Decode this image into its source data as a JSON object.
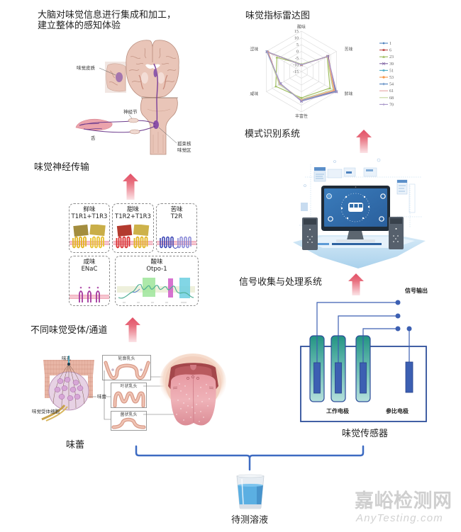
{
  "brain": {
    "title_line1": "大脑对味觉信息进行集成和加工，",
    "title_line2": "建立整体的感知体验",
    "labels": {
      "gustatory_cortex": "味觉皮质",
      "ganglion": "神经节",
      "tongue": "舌",
      "nts": "孤束核",
      "taste_area": "味觉区"
    }
  },
  "nerve_transmission": {
    "title": "味觉神经传输"
  },
  "receptors": {
    "title": "不同味觉受体/通道",
    "items": [
      {
        "taste": "鲜味",
        "receptor": "T1R1+T1R3"
      },
      {
        "taste": "甜味",
        "receptor": "T1R2+T1R3"
      },
      {
        "taste": "苦味",
        "receptor": "T2R"
      },
      {
        "taste": "咸味",
        "receptor": "ENaC"
      },
      {
        "taste": "酸味",
        "receptor": "Otpo-1"
      }
    ]
  },
  "taste_bud": {
    "title": "味蕾",
    "labels": {
      "pore": "味孔",
      "bud": "味蕾",
      "receptor_cells": "味觉受体细胞",
      "circumvallate": "轮廓乳头",
      "foliate": "叶状乳头",
      "fungiform": "菌状乳头"
    }
  },
  "pattern_recognition": {
    "title": "模式识别系统"
  },
  "signal_processing": {
    "title": "信号收集与处理系统"
  },
  "sensor": {
    "signal_output": "信号输出",
    "working_electrode": "工作电极",
    "reference_electrode": "参比电极",
    "title": "味觉传感器"
  },
  "sample": {
    "label": "待测溶液"
  },
  "watermark": {
    "cn": "嘉峪检测网",
    "en": "AnyTesting.com"
  },
  "theme": {
    "arrow": "#E24F66",
    "bracket": "#3D6BC2",
    "electrode": "#3C5FB2"
  },
  "chart_data": {
    "type": "radar",
    "title": "味觉指标雷达图",
    "categories": [
      "酸味",
      "苦味",
      "鲜味",
      "丰富性",
      "咸味",
      "涩味"
    ],
    "axis_range": [
      -15,
      15
    ],
    "ticks": [
      15,
      10,
      5,
      0,
      -5,
      -10,
      -15
    ],
    "grid": true,
    "legend_position": "right",
    "series": [
      {
        "name": "1",
        "color": "#4F81BD",
        "marker": "diamond",
        "values": [
          -10,
          7.5,
          14,
          6.5,
          3.5,
          14.5
        ]
      },
      {
        "name": "6",
        "color": "#C0504D",
        "marker": "square",
        "values": [
          -10,
          8,
          13.5,
          6,
          3.5,
          13.5
        ]
      },
      {
        "name": "23",
        "color": "#9BBB59",
        "marker": "triangle",
        "values": [
          -9.5,
          7,
          9.5,
          4.5,
          7,
          6
        ]
      },
      {
        "name": "39",
        "color": "#8064A2",
        "marker": "x",
        "values": [
          -10,
          7.5,
          15,
          7,
          3,
          14.5
        ]
      },
      {
        "name": "51",
        "color": "#4BACC6",
        "marker": "star",
        "values": [
          -10,
          7.5,
          14.5,
          6.5,
          3.5,
          14.5
        ]
      },
      {
        "name": "53",
        "color": "#F79646",
        "marker": "circle",
        "values": [
          -10,
          7,
          13,
          6,
          3.5,
          14
        ]
      },
      {
        "name": "54",
        "color": "#4A7EBB",
        "marker": "plus",
        "values": [
          -10,
          7.5,
          14.5,
          7,
          3,
          14.5
        ]
      },
      {
        "name": "61",
        "color": "#E6A3A3",
        "marker": "none",
        "values": [
          -10,
          7.5,
          13.5,
          6,
          3.5,
          14
        ]
      },
      {
        "name": "68",
        "color": "#C3D69B",
        "marker": "none",
        "values": [
          -9.5,
          7,
          12,
          5.5,
          4,
          14
        ]
      },
      {
        "name": "70",
        "color": "#A694C8",
        "marker": "plus",
        "values": [
          -10,
          7.5,
          15,
          7,
          3,
          14.5
        ]
      }
    ]
  }
}
